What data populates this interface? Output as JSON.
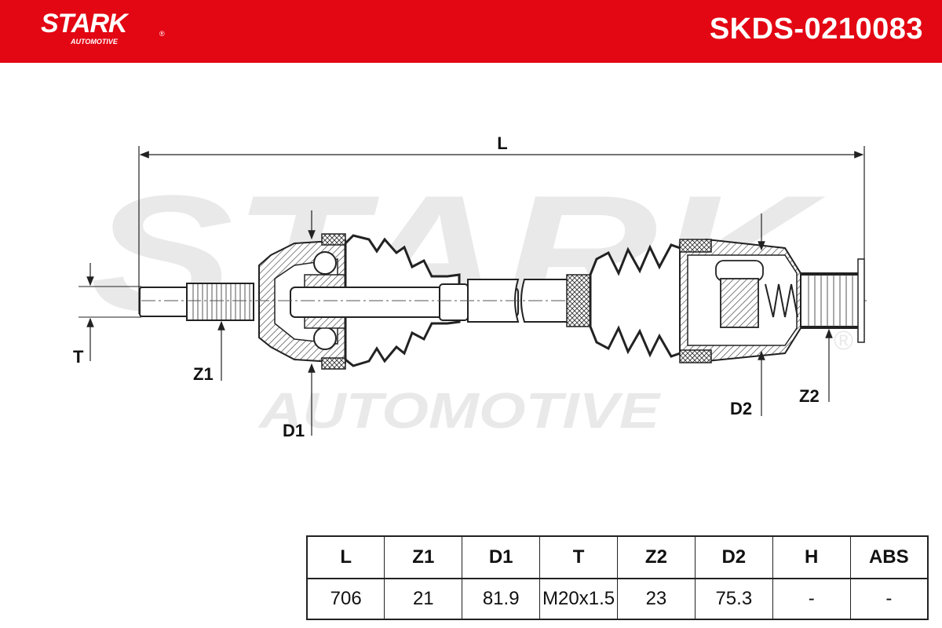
{
  "brand": {
    "name": "STARK",
    "registered": "®",
    "tagline": "AUTOMOTIVE"
  },
  "part_number": "SKDS-0210083",
  "colors": {
    "brand_red": "#e30613",
    "line": "#222222",
    "watermark": "#e9e9e9"
  },
  "watermark": {
    "brand": "STARK",
    "tagline": "AUTOMOTIVE",
    "registered": "®"
  },
  "dimension_labels": {
    "L": "L",
    "T": "T",
    "Z1": "Z1",
    "D1": "D1",
    "D2": "D2",
    "Z2": "Z2"
  },
  "specs": {
    "headers": [
      "L",
      "Z1",
      "D1",
      "T",
      "Z2",
      "D2",
      "H",
      "ABS"
    ],
    "values": [
      "706",
      "21",
      "81.9",
      "M20x1.5",
      "23",
      "75.3",
      "-",
      "-"
    ]
  }
}
